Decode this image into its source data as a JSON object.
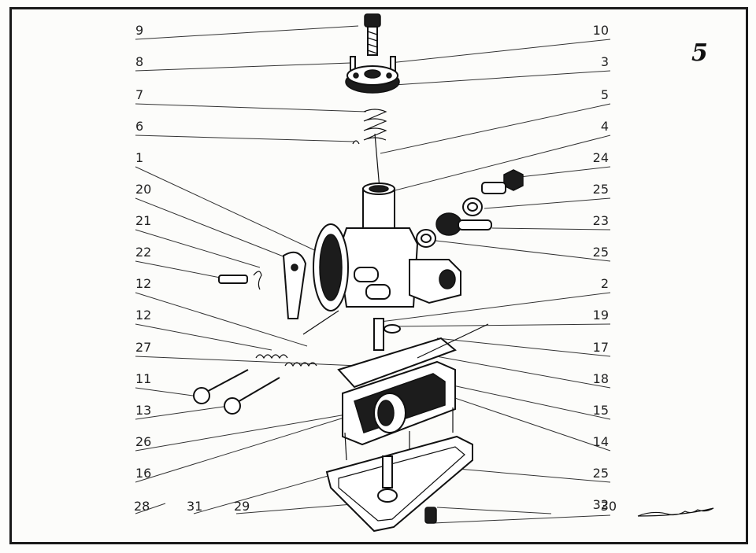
{
  "diagram": {
    "plate_number": "5",
    "callouts": [
      {
        "label": "9",
        "side": "left"
      },
      {
        "label": "8",
        "side": "left"
      },
      {
        "label": "7",
        "side": "left"
      },
      {
        "label": "6",
        "side": "left"
      },
      {
        "label": "1",
        "side": "left"
      },
      {
        "label": "20",
        "side": "left"
      },
      {
        "label": "21",
        "side": "left"
      },
      {
        "label": "22",
        "side": "left"
      },
      {
        "label": "12",
        "side": "left"
      },
      {
        "label": "12",
        "side": "left"
      },
      {
        "label": "27",
        "side": "left"
      },
      {
        "label": "11",
        "side": "left"
      },
      {
        "label": "13",
        "side": "left"
      },
      {
        "label": "26",
        "side": "left"
      },
      {
        "label": "16",
        "side": "left"
      },
      {
        "label": "28",
        "side": "left"
      },
      {
        "label": "31",
        "side": "left"
      },
      {
        "label": "29",
        "side": "left"
      },
      {
        "label": "10",
        "side": "right"
      },
      {
        "label": "3",
        "side": "right"
      },
      {
        "label": "5",
        "side": "right"
      },
      {
        "label": "4",
        "side": "right"
      },
      {
        "label": "24",
        "side": "right"
      },
      {
        "label": "25",
        "side": "right"
      },
      {
        "label": "23",
        "side": "right"
      },
      {
        "label": "25",
        "side": "right"
      },
      {
        "label": "2",
        "side": "right"
      },
      {
        "label": "19",
        "side": "right"
      },
      {
        "label": "17",
        "side": "right"
      },
      {
        "label": "18",
        "side": "right"
      },
      {
        "label": "15",
        "side": "right"
      },
      {
        "label": "14",
        "side": "right"
      },
      {
        "label": "25",
        "side": "right"
      },
      {
        "label": "32",
        "side": "right"
      },
      {
        "label": "30",
        "side": "right"
      }
    ]
  }
}
